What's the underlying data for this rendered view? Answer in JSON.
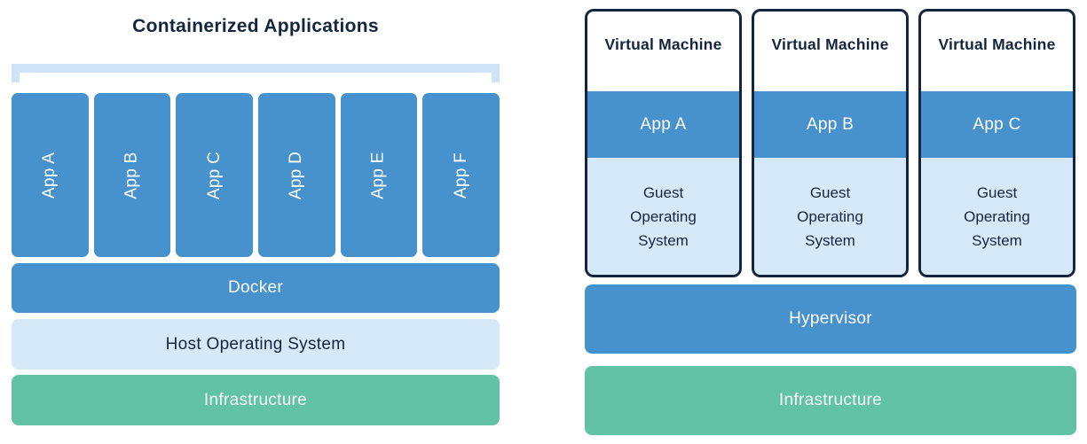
{
  "colors": {
    "blue": "#4791cd",
    "light_blue": "#d6e9f8",
    "bracket_blue": "#cee3f7",
    "green": "#61c2a6",
    "navy": "#14263f",
    "white": "#ffffff"
  },
  "left_panel": {
    "title": "Containerized Applications",
    "apps": [
      "App A",
      "App B",
      "App C",
      "App D",
      "App E",
      "App F"
    ],
    "layers": {
      "docker": "Docker",
      "host_os": "Host Operating System",
      "infrastructure": "Infrastructure"
    }
  },
  "right_panel": {
    "vms": [
      {
        "title": "Virtual Machine",
        "app": "App A",
        "os": "Guest Operating System"
      },
      {
        "title": "Virtual Machine",
        "app": "App B",
        "os": "Guest Operating System"
      },
      {
        "title": "Virtual Machine",
        "app": "App C",
        "os": "Guest Operating System"
      }
    ],
    "layers": {
      "hypervisor": "Hypervisor",
      "infrastructure": "Infrastructure"
    }
  }
}
